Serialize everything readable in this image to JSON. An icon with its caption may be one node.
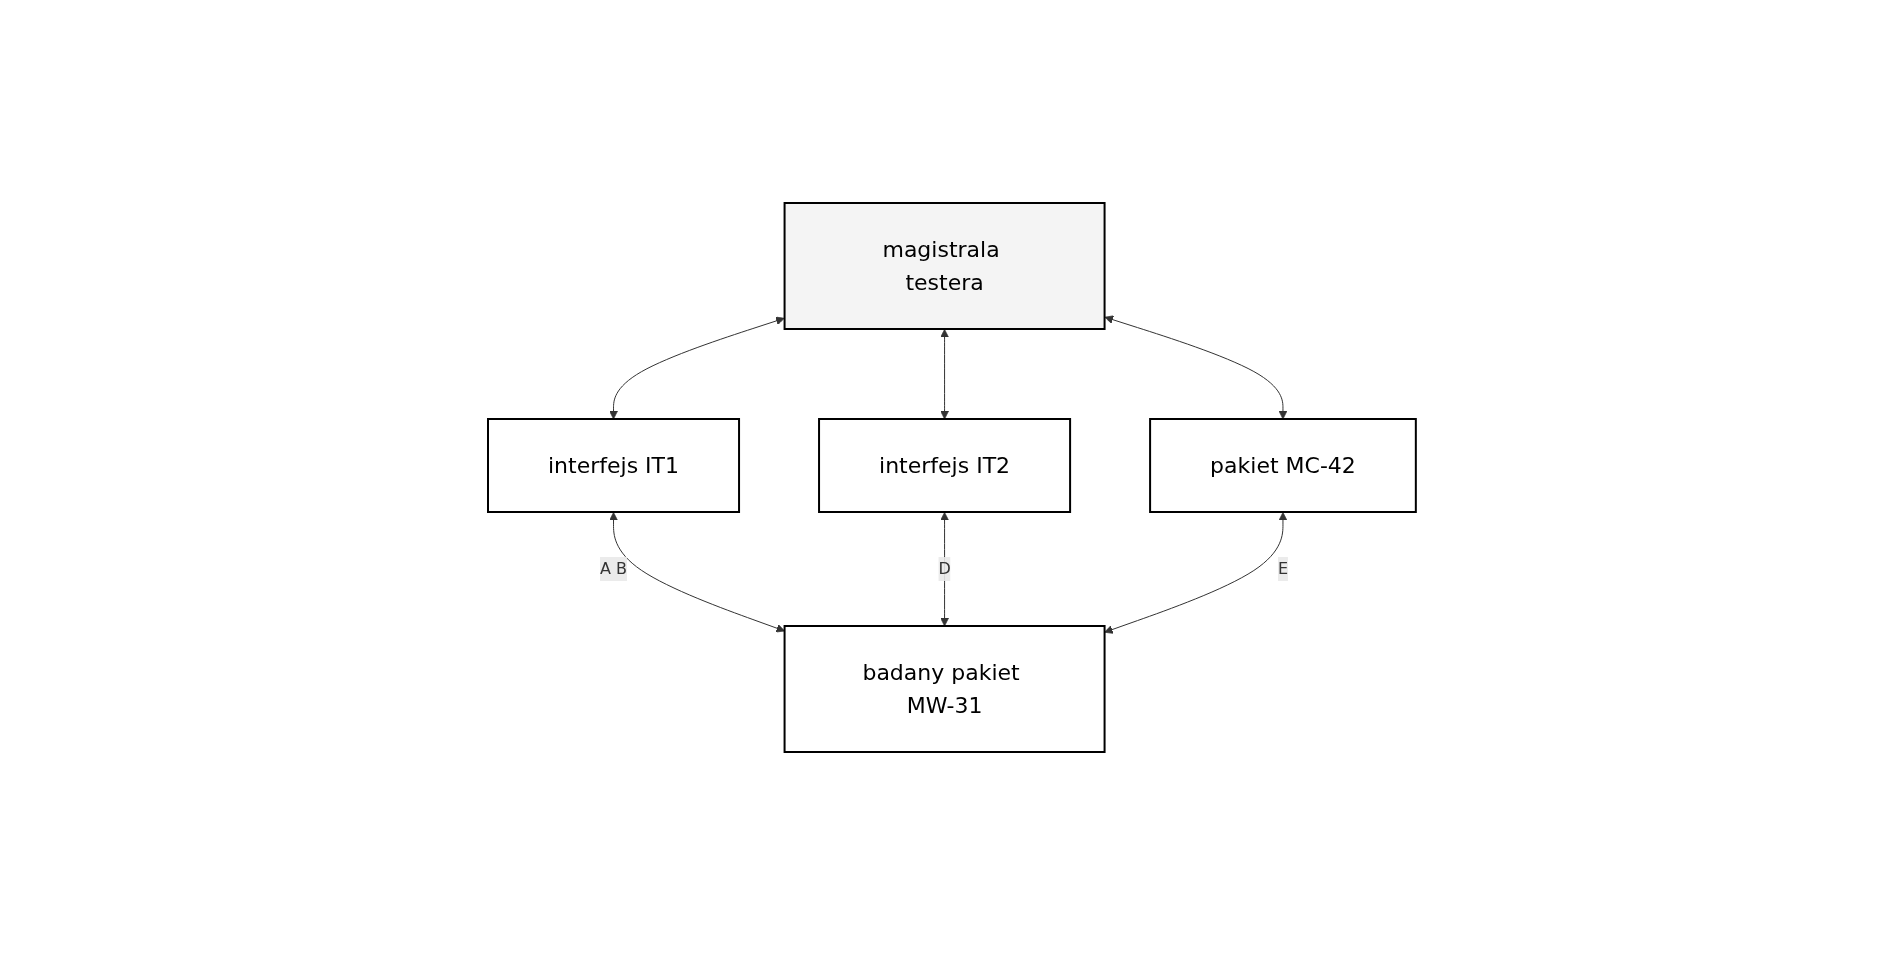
{
  "diagram": {
    "nodes": [
      {
        "text": [
          "magistrala testera"
        ]
      },
      {
        "text": [
          "pakiet MC-42"
        ]
      },
      {
        "text": [
          "interfejs IT2"
        ]
      },
      {
        "text": [
          "interfejs IT1"
        ]
      },
      {
        "text": [
          "badany pakiet MW-31"
        ]
      }
    ],
    "edges": [
      {
        "from": 0,
        "to": 1,
        "arrow": "both"
      },
      {
        "from": 0,
        "to": 2,
        "arrow": "both"
      },
      {
        "from": 0,
        "to": 3,
        "arrow": "both"
      },
      {
        "from": 3,
        "to": 4,
        "arrow": "both",
        "label": "A B"
      },
      {
        "from": 2,
        "to": 4,
        "arrow": "both",
        "label": "D"
      },
      {
        "from": 1,
        "to": 4,
        "arrow": "both",
        "label": "E"
      }
    ]
  }
}
